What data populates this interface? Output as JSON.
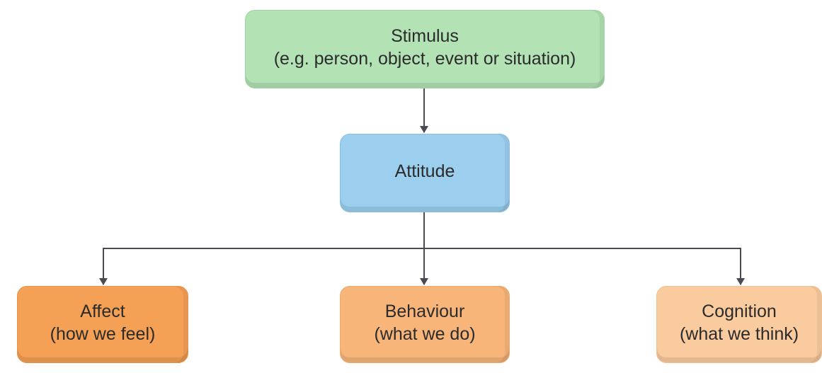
{
  "diagram": {
    "nodes": {
      "stimulus": {
        "title": "Stimulus",
        "subtitle": "(e.g. person, object, event or situation)"
      },
      "attitude": {
        "title": "Attitude"
      },
      "affect": {
        "title": "Affect",
        "subtitle": "(how we feel)"
      },
      "behaviour": {
        "title": "Behaviour",
        "subtitle": "(what we do)"
      },
      "cognition": {
        "title": "Cognition",
        "subtitle": "(what we think)"
      }
    },
    "edges": [
      {
        "from": "stimulus",
        "to": "attitude"
      },
      {
        "from": "attitude",
        "to": "affect"
      },
      {
        "from": "attitude",
        "to": "behaviour"
      },
      {
        "from": "attitude",
        "to": "cognition"
      }
    ],
    "colors": {
      "stimulus": "#b3e2b5",
      "attitude": "#9ccfee",
      "affect": "#f4a055",
      "behaviour": "#f7b57a",
      "cognition": "#facb9e",
      "connector": "#4a4a52"
    }
  }
}
